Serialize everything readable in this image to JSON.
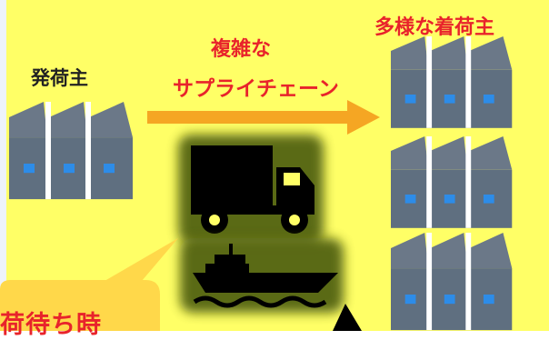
{
  "labels": {
    "shipper": "発荷主",
    "receivers": "多様な着荷主",
    "supply_chain_line1": "複雑な",
    "supply_chain_line2": "サプライチェーン",
    "callout": "荷待ち時"
  },
  "colors": {
    "background": "#ffff66",
    "accent_red": "#e8232b",
    "arrow_orange": "#f5a623",
    "factory_gray": "#5f6f80",
    "window_blue": "#2d8ce8",
    "callout_fill": "#ffd84a",
    "vehicle_glow": "#4a5a10"
  },
  "icons": [
    "factory-icon",
    "truck-icon",
    "ship-icon",
    "arrow-right-icon",
    "speech-bubble-icon"
  ]
}
